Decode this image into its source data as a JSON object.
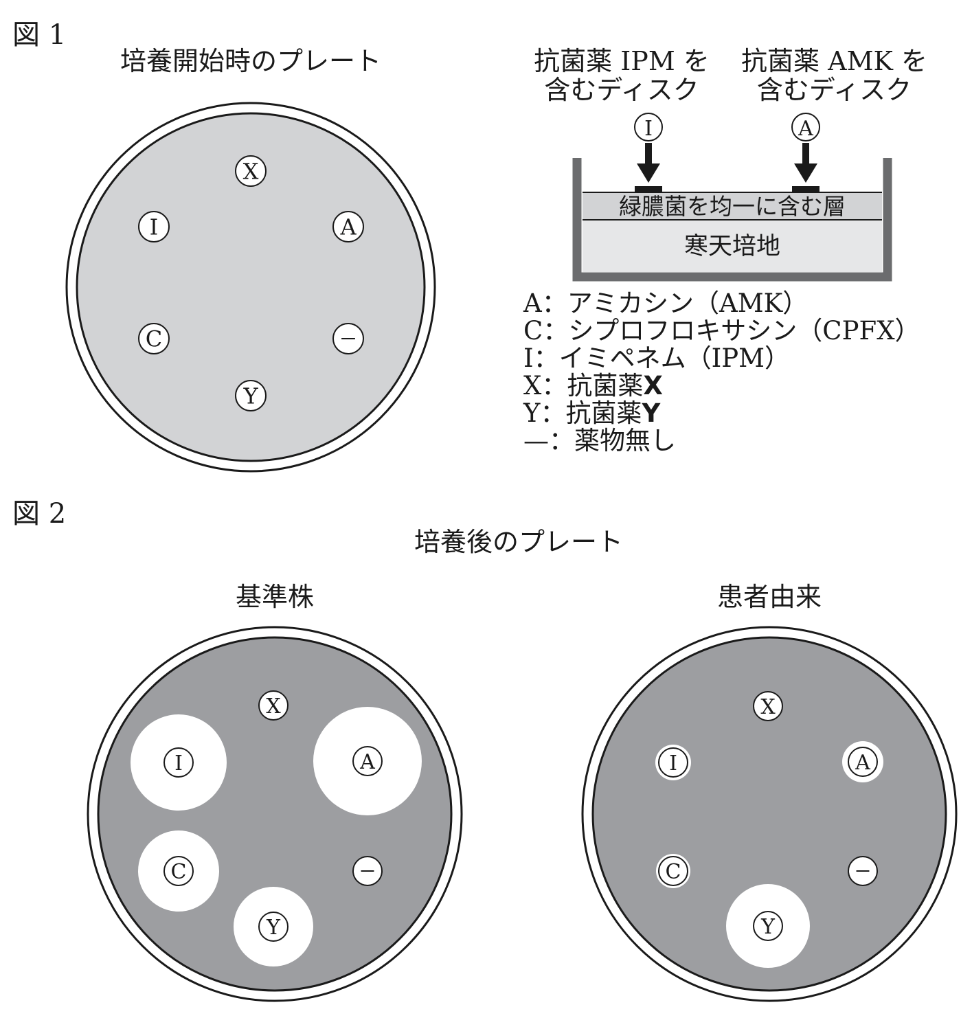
{
  "fig1": {
    "label": "図 1",
    "plate_title": "培養開始時のプレート",
    "disk_ipm_title_line1": "抗菌薬 IPM を",
    "disk_ipm_title_line2": "含むディスク",
    "disk_amk_title_line1": "抗菌薬 AMK を",
    "disk_amk_title_line2": "含むディスク",
    "pointer_disks": [
      "I",
      "A"
    ],
    "layer_bacteria": "緑膿菌を均一に含む層",
    "layer_agar": "寒天培地",
    "disks": [
      "X",
      "I",
      "A",
      "C",
      "—",
      "Y"
    ],
    "legend": [
      {
        "key": "A",
        "sep": "：",
        "text": "アミカシン（AMK）",
        "bold": ""
      },
      {
        "key": "C",
        "sep": "：",
        "text": "シプロフロキサシン（CPFX）",
        "bold": ""
      },
      {
        "key": "I",
        "sep": "：",
        "text": "イミペネム（IPM）",
        "bold": ""
      },
      {
        "key": "X",
        "sep": "：",
        "text": "抗菌薬",
        "bold": "X"
      },
      {
        "key": "Y",
        "sep": "：",
        "text": "抗菌薬",
        "bold": "Y"
      },
      {
        "key": "—",
        "sep": "：",
        "text": "薬物無し",
        "bold": ""
      }
    ]
  },
  "fig2": {
    "label": "図 2",
    "title": "培養後のプレート",
    "plates": [
      {
        "name": "基準株",
        "disks": [
          "X",
          "I",
          "A",
          "C",
          "—",
          "Y"
        ]
      },
      {
        "name": "患者由来",
        "disks": [
          "X",
          "I",
          "A",
          "C",
          "—",
          "Y"
        ]
      }
    ]
  },
  "colors": {
    "plate_start_fill": "#d2d3d5",
    "plate_after_fill": "#9d9ea1",
    "inhibition_zone": "#ffffff",
    "agar_layer": "#e6e7e8",
    "bacteria_layer": "#d2d3d5",
    "outline": "#1a1a1a"
  }
}
